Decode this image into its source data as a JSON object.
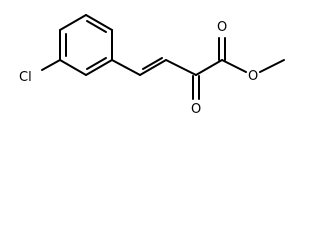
{
  "molecule": {
    "atoms": {
      "chlorine": "Cl",
      "ketone_oxygen": "O",
      "carbonyl_oxygen": "O",
      "ester_oxygen": "O"
    }
  }
}
